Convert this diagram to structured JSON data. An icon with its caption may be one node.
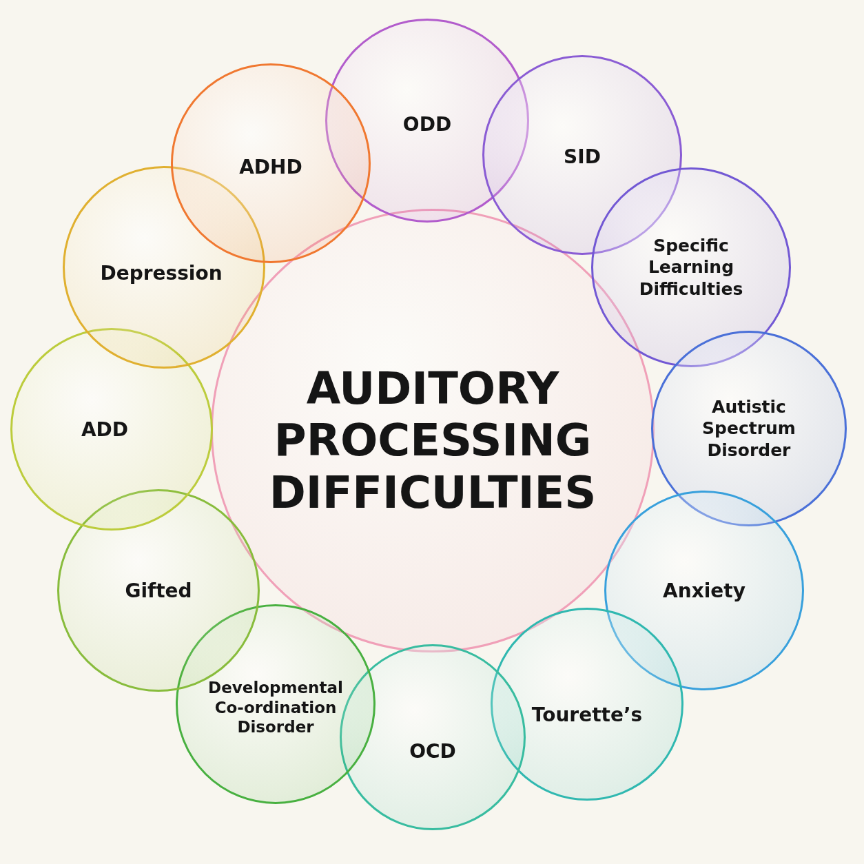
{
  "diagram": {
    "nodes": [
      {
        "text": [
          "AUDITORY PROCESSING DIFFICULTIES"
        ]
      },
      {
        "text": [
          "ODD"
        ]
      },
      {
        "text": [
          "SID"
        ]
      },
      {
        "text": [
          "Specific Learning Difficulties"
        ]
      },
      {
        "text": [
          "Autistic Spectrum Disorder"
        ]
      },
      {
        "text": [
          "Anxiety"
        ]
      },
      {
        "text": [
          "Tourette’s"
        ]
      },
      {
        "text": [
          "OCD"
        ]
      },
      {
        "text": [
          "Developmental Co-ordination Disorder"
        ]
      },
      {
        "text": [
          "Gifted"
        ]
      },
      {
        "text": [
          "ADD"
        ]
      },
      {
        "text": [
          "Depression"
        ]
      },
      {
        "text": [
          "ADHD"
        ]
      }
    ]
  }
}
